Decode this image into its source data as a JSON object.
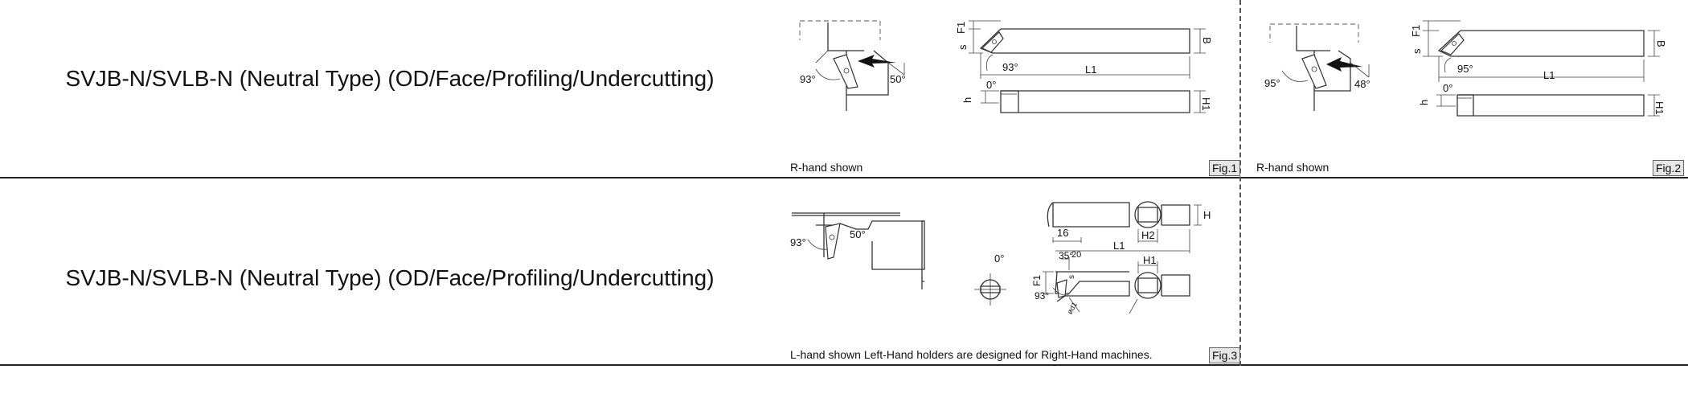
{
  "rows": [
    {
      "title": "SVJB-N/SVLB-N (Neutral Type) (OD/Face/Profiling/Undercutting)",
      "panels": [
        {
          "caption": "R-hand shown",
          "fig_label": "Fig.1",
          "labels": {
            "approach_angle": "93°",
            "side_angle": "50°",
            "f1": "F1",
            "s": "s",
            "insert_angle": "93°",
            "b": "B",
            "l1": "L1",
            "zero": "0°",
            "h": "h",
            "h1": "H1"
          }
        },
        {
          "caption": "R-hand shown",
          "fig_label": "Fig.2",
          "labels": {
            "approach_angle": "95°",
            "side_angle": "48°",
            "f1": "F1",
            "s": "s",
            "insert_angle": "95°",
            "b": "B",
            "l1": "L1",
            "zero": "0°",
            "h": "h",
            "h1": "H1"
          }
        }
      ]
    },
    {
      "title": "SVJB-N/SVLB-N (Neutral Type) (OD/Face/Profiling/Undercutting)",
      "panels": [
        {
          "caption": "L-hand shown   Left-Hand holders are designed for Right-Hand machines.",
          "fig_label": "Fig.3",
          "labels": {
            "approach_angle": "93°",
            "side_angle": "50°",
            "zero": "0°",
            "dim_16": "16",
            "h2": "H2",
            "h": "H",
            "l1": "L1",
            "angle_35": "35°",
            "dim_20": "20",
            "h1": "H1",
            "f1": "F1",
            "s": "s",
            "insert_angle": "93°",
            "phi_d": "ød1"
          }
        }
      ]
    }
  ]
}
